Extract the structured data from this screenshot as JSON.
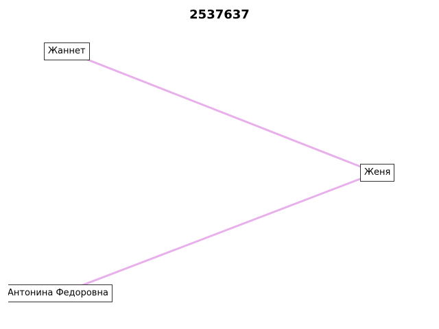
{
  "title": "2537637",
  "edge_color": "#e8b0ea",
  "nodes": [
    {
      "id": "zhannet",
      "label": "Жаннет"
    },
    {
      "id": "zhenya",
      "label": "Женя"
    },
    {
      "id": "antonina",
      "label": "Антонина Федоровна"
    }
  ],
  "edges": [
    {
      "from": "zhannet",
      "to": "zhenya"
    },
    {
      "from": "antonina",
      "to": "zhenya"
    }
  ]
}
